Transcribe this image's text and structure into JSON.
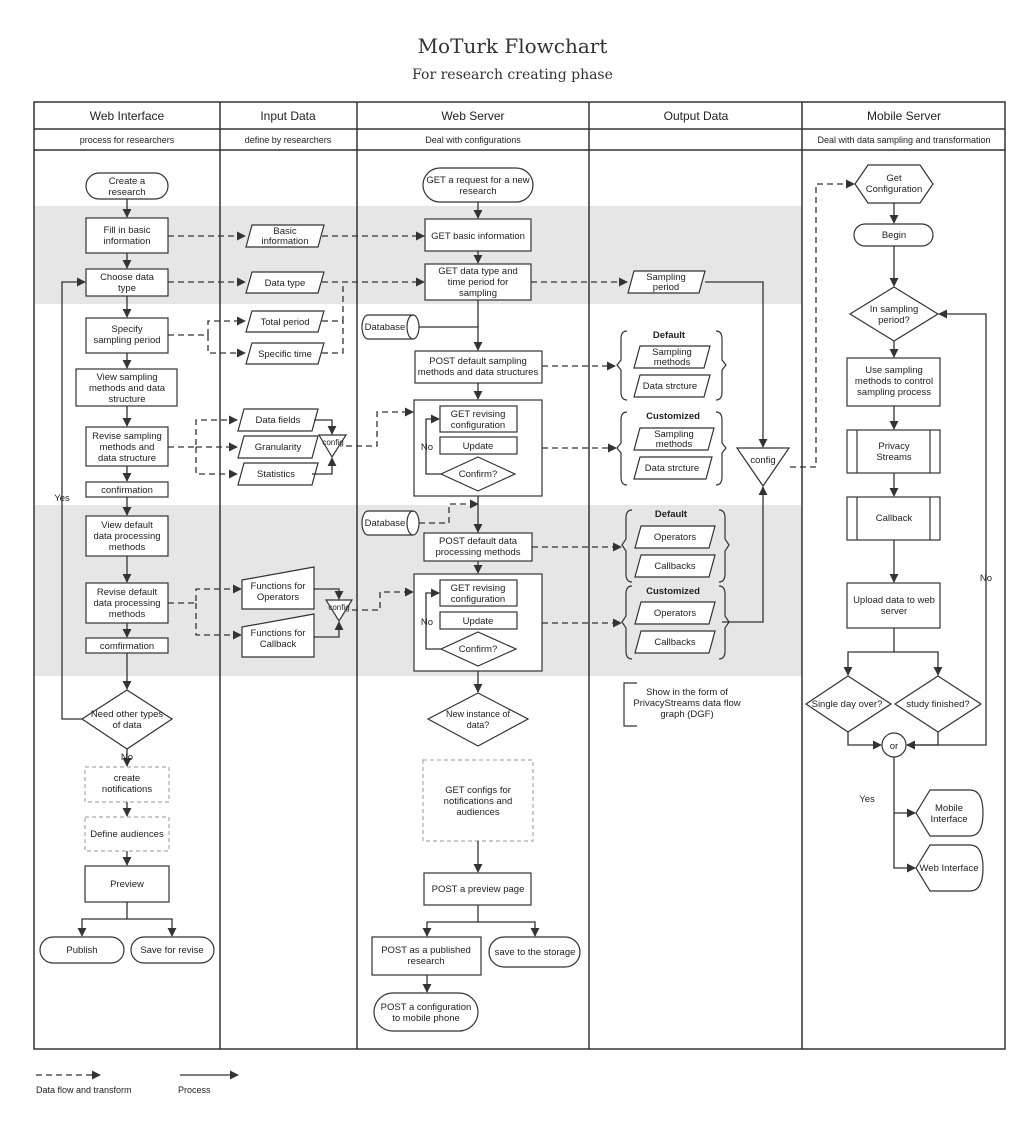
{
  "title": "MoTurk Flowchart",
  "subtitle": "For research creating phase",
  "lanes": [
    {
      "name": "Web Interface",
      "desc": "process for researchers"
    },
    {
      "name": "Input Data",
      "desc": "define by researchers"
    },
    {
      "name": "Web Server",
      "desc": "Deal with configurations"
    },
    {
      "name": "Output Data",
      "desc": ""
    },
    {
      "name": "Mobile Server",
      "desc": "Deal with data sampling and transformation"
    }
  ],
  "web": {
    "create": [
      "Create a",
      "research"
    ],
    "fill": [
      "Fill in basic",
      "information"
    ],
    "choose": [
      "Choose data",
      "type"
    ],
    "specify": [
      "Specify",
      "sampling period"
    ],
    "view_sampling": [
      "View sampling",
      "methods and data",
      "structure"
    ],
    "revise_sampling": [
      "Revise sampling",
      "methods and",
      "data structure"
    ],
    "confirmation1": "confirmation",
    "view_default": [
      "View default",
      "data processing",
      "methods"
    ],
    "revise_default": [
      "Revise default",
      "data processing",
      "methods"
    ],
    "confirmation2": "comfirmation",
    "need_other": [
      "Need other types",
      "of data"
    ],
    "yes": "Yes",
    "no": "No",
    "create_notif": [
      "create",
      "notifications"
    ],
    "define_aud": "Define audiences",
    "preview": "Preview",
    "publish": "Publish",
    "save_revise": "Save for revise"
  },
  "input": {
    "basic": [
      "Basic",
      "information"
    ],
    "data_type": "Data type",
    "total_period": "Total period",
    "specific_time": "Specific time",
    "data_fields": "Data fields",
    "granularity": "Granularity",
    "statistics": "Statistics",
    "config1": "config",
    "func_ops": [
      "Functions for",
      "Operators"
    ],
    "func_cb": [
      "Functions for",
      "Callback"
    ],
    "config2": "config"
  },
  "server": {
    "get_request": [
      "GET a request for a new",
      "research"
    ],
    "get_basic": "GET basic information",
    "get_type": [
      "GET data type and",
      "time period for",
      "sampling"
    ],
    "database1": "Database",
    "post_default_sampling": [
      "POST default sampling",
      "methods and data structures"
    ],
    "get_revising1": [
      "GET revising",
      "configuration"
    ],
    "update1": "Update",
    "confirm1": "Confirm?",
    "no1": "No",
    "database2": "Database",
    "post_default_processing": [
      "POST default data",
      "processing methods"
    ],
    "get_revising2": [
      "GET revising",
      "configuration"
    ],
    "update2": "Update",
    "confirm2": "Confirm?",
    "no2": "No",
    "new_instance": [
      "New instance of",
      "data?"
    ],
    "get_configs": [
      "GET configs for",
      "notifications and",
      "audiences"
    ],
    "post_preview": "POST a preview page",
    "post_published": [
      "POST as a published",
      "research"
    ],
    "save_storage": "save to the storage",
    "post_config": [
      "POST a configuration",
      "to  mobile phone"
    ]
  },
  "output": {
    "sampling_period": [
      "Sampling",
      "period"
    ],
    "default1": "Default",
    "sampling_methods1": [
      "Sampling",
      "methods"
    ],
    "data_structure1": "Data strcture",
    "customized1": "Customized",
    "sampling_methods2": [
      "Sampling",
      "methods"
    ],
    "data_structure2": "Data strcture",
    "config": "config",
    "default2": "Default",
    "operators1": "Operators",
    "callbacks1": "Callbacks",
    "customized2": "Customized",
    "operators2": "Operators",
    "callbacks2": "Callbacks",
    "dgf_note": [
      "Show in the form of",
      "PrivacyStreams data flow",
      "graph (DGF)"
    ]
  },
  "mobile": {
    "get_config": [
      "Get",
      "Configuration"
    ],
    "begin": "Begin",
    "in_period": [
      "In sampling",
      "period?"
    ],
    "use_methods": [
      "Use sampling",
      "methods to control",
      "sampling process"
    ],
    "privacy": [
      "Privacy",
      "Streams"
    ],
    "callback": "Callback",
    "upload": [
      "Upload data to web",
      "server"
    ],
    "single_day": "Single day over?",
    "study_finished": "study finished?",
    "or": "or",
    "yes": "Yes",
    "no": "No",
    "mobile_interface": [
      "Mobile",
      "Interface"
    ],
    "web_interface": "Web Interface"
  },
  "legend": {
    "dataflow": "Data flow and transform",
    "process": "Process"
  },
  "colors": {
    "stroke": "#333333",
    "band": "#e6e6e6",
    "dashed_box": "#aaaaaa"
  }
}
